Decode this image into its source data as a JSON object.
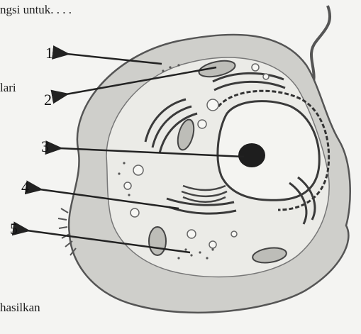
{
  "text_fragments": {
    "top": "ngsi untuk. . . .",
    "dari": "lari",
    "hasilkan": "hasilkan"
  },
  "diagram": {
    "labels": [
      "1",
      "2",
      "3",
      "4",
      "5"
    ]
  },
  "colors": {
    "cell_fill": "#cfcfcb",
    "cytoplasm": "#ebebe7",
    "nucleus_fill": "#f4f4f1",
    "nucleolus": "#1e1e1e",
    "ink": "#2a2a2a"
  }
}
